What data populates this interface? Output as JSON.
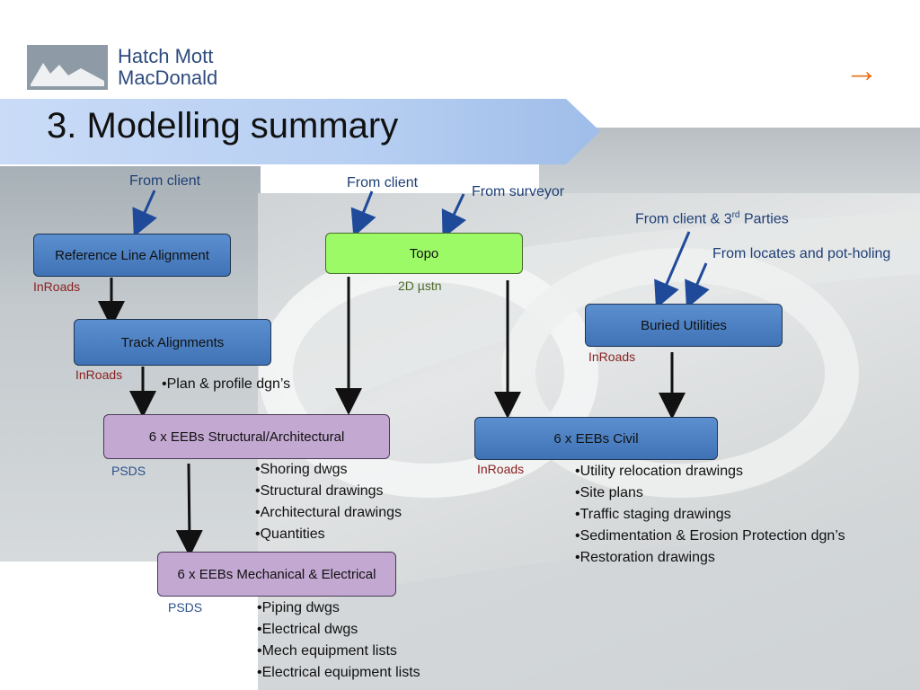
{
  "logo": {
    "line1": "Hatch Mott",
    "line2": "MacDonald"
  },
  "nav": {
    "next_arrow": "→"
  },
  "title": "3. Modelling summary",
  "sources": {
    "ref_client": "From client",
    "topo_client": "From client",
    "topo_surveyor": "From surveyor",
    "utilities_client_prefix": "From client & 3",
    "utilities_client_sup": "rd",
    "utilities_client_suffix": " Parties",
    "utilities_locates": "From locates and pot-holing"
  },
  "boxes": {
    "reference_line": "Reference Line Alignment",
    "topo": "Topo",
    "buried_utilities": "Buried Utilities",
    "track_alignments": "Track Alignments",
    "eebs_structural": "6 x EEBs Structural/Architectural",
    "eebs_civil": "6 x EEBs Civil",
    "eebs_mech": "6 x EEBs Mechanical & Electrical"
  },
  "tools": {
    "reference_line": "InRoads",
    "topo": "2D µstn",
    "buried_utilities": "InRoads",
    "track_alignments": "InRoads",
    "eebs_structural": "PSDS",
    "eebs_civil": "InRoads",
    "eebs_mech": "PSDS"
  },
  "notes": {
    "track": [
      "•Plan & profile dgn’s"
    ],
    "structural": [
      "•Shoring dwgs",
      "•Structural drawings",
      "•Architectural drawings",
      "•Quantities"
    ],
    "civil": [
      "•Utility relocation drawings",
      "•Site plans",
      "•Traffic staging drawings",
      "•Sedimentation & Erosion Protection dgn’s",
      "•Restoration drawings"
    ],
    "mech": [
      "•Piping dwgs",
      "•Electrical dwgs",
      "•Mech equipment lists",
      "•Electrical equipment lists"
    ]
  },
  "colors": {
    "accent_orange": "#e8731a",
    "box_blue": "#4a7ec2",
    "box_green": "#9cfa66",
    "box_purple": "#c3a8d2",
    "source_text": "#1f3f76"
  }
}
